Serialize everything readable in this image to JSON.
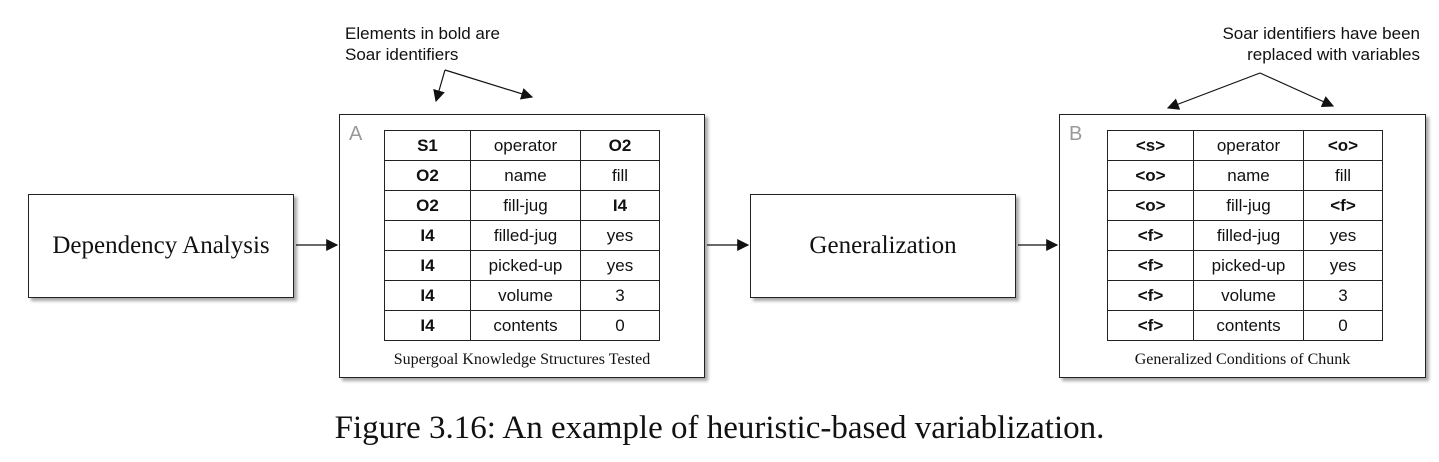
{
  "notes": {
    "left": [
      "Elements in bold are",
      "Soar identifiers"
    ],
    "right": [
      "Soar identifiers have been",
      "replaced with variables"
    ]
  },
  "process_boxes": {
    "dependency": "Dependency Analysis",
    "generalization": "Generalization"
  },
  "panel_a": {
    "letter": "A",
    "caption": "Supergoal Knowledge Structures Tested",
    "rows": [
      {
        "id": "S1",
        "attr": "operator",
        "value": "O2",
        "value_bold": true
      },
      {
        "id": "O2",
        "attr": "name",
        "value": "fill",
        "value_bold": false
      },
      {
        "id": "O2",
        "attr": "fill-jug",
        "value": "I4",
        "value_bold": true
      },
      {
        "id": "I4",
        "attr": "filled-jug",
        "value": "yes",
        "value_bold": false
      },
      {
        "id": "I4",
        "attr": "picked-up",
        "value": "yes",
        "value_bold": false
      },
      {
        "id": "I4",
        "attr": "volume",
        "value": "3",
        "value_bold": false
      },
      {
        "id": "I4",
        "attr": "contents",
        "value": "0",
        "value_bold": false
      }
    ]
  },
  "panel_b": {
    "letter": "B",
    "caption": "Generalized Conditions of Chunk",
    "rows": [
      {
        "id": "<s>",
        "attr": "operator",
        "value": "<o>",
        "value_bold": true
      },
      {
        "id": "<o>",
        "attr": "name",
        "value": "fill",
        "value_bold": false
      },
      {
        "id": "<o>",
        "attr": "fill-jug",
        "value": "<f>",
        "value_bold": true
      },
      {
        "id": "<f>",
        "attr": "filled-jug",
        "value": "yes",
        "value_bold": false
      },
      {
        "id": "<f>",
        "attr": "picked-up",
        "value": "yes",
        "value_bold": false
      },
      {
        "id": "<f>",
        "attr": "volume",
        "value": "3",
        "value_bold": false
      },
      {
        "id": "<f>",
        "attr": "contents",
        "value": "0",
        "value_bold": false
      }
    ]
  },
  "figure_caption": "Figure 3.16: An example of heuristic-based variablization."
}
